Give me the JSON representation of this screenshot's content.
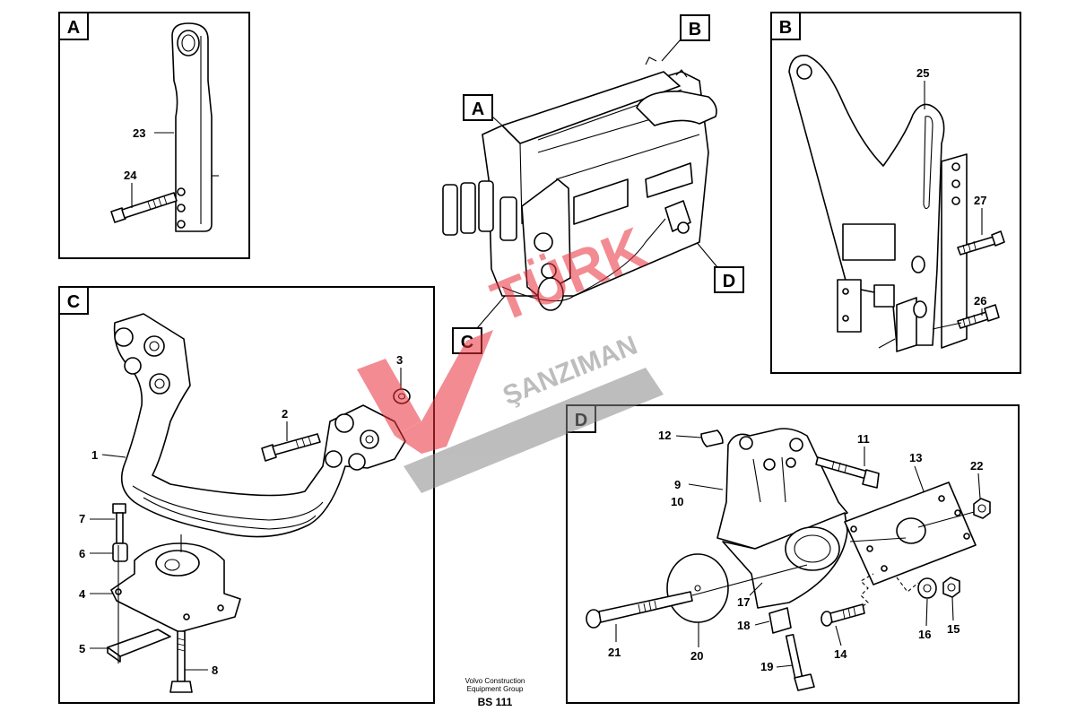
{
  "views": {
    "A": {
      "label": "A",
      "parts": [
        "23",
        "24"
      ]
    },
    "B": {
      "label": "B",
      "parts": [
        "25",
        "27",
        "26"
      ]
    },
    "C": {
      "label": "C",
      "parts": [
        "3",
        "2",
        "1",
        "7",
        "6",
        "4",
        "5",
        "8"
      ]
    },
    "D": {
      "label": "D",
      "parts": [
        "12",
        "11",
        "13",
        "22",
        "9",
        "10",
        "17",
        "18",
        "21",
        "20",
        "19",
        "14",
        "16",
        "15"
      ]
    }
  },
  "overview": {
    "callouts": [
      "B",
      "A",
      "D",
      "C"
    ]
  },
  "footer": {
    "line1": "Volvo Construction",
    "line2": "Equipment Group",
    "code": "BS 111"
  },
  "watermark": {
    "brand": "TÜRK",
    "subtitle": "ŞANZIMAN",
    "color": "#e8303a"
  }
}
